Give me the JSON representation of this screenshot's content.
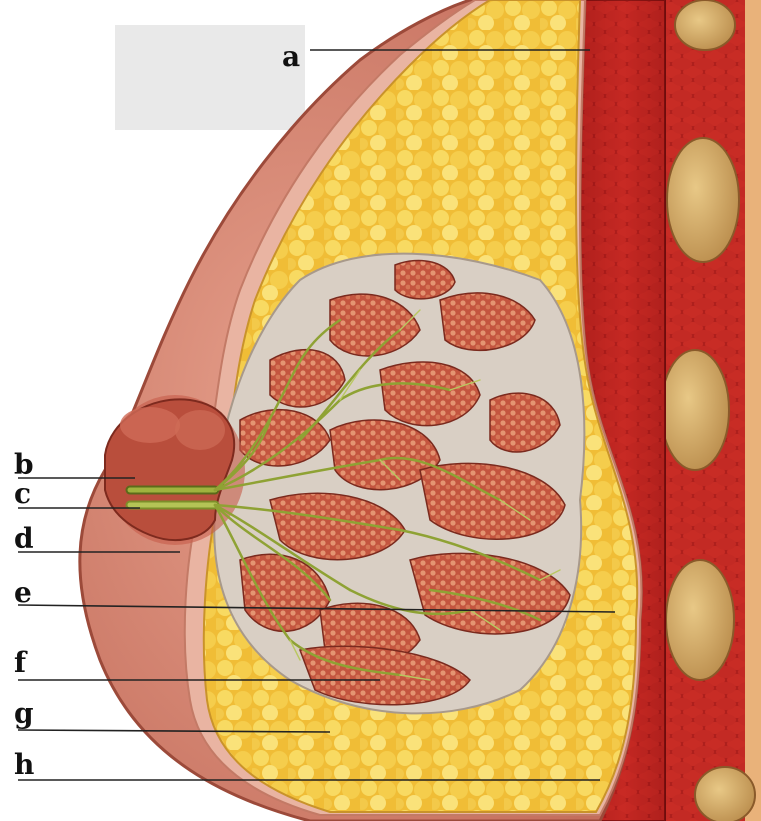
{
  "labels": {
    "a": "a",
    "b": "b",
    "c": "c",
    "d": "d",
    "e": "e",
    "f": "f",
    "g": "g",
    "h": "h"
  },
  "colors": {
    "skin": "#d98a78",
    "skin_dark": "#b55c4b",
    "fat": "#f2c23a",
    "fat_light": "#f8dc6a",
    "gland": "#c0523e",
    "gland_light": "#e08a66",
    "duct": "#9aa83a",
    "muscle": "#b81f1f",
    "muscle_dark": "#7d0f10",
    "rib": "#d6b06a",
    "lines": "#222222"
  }
}
